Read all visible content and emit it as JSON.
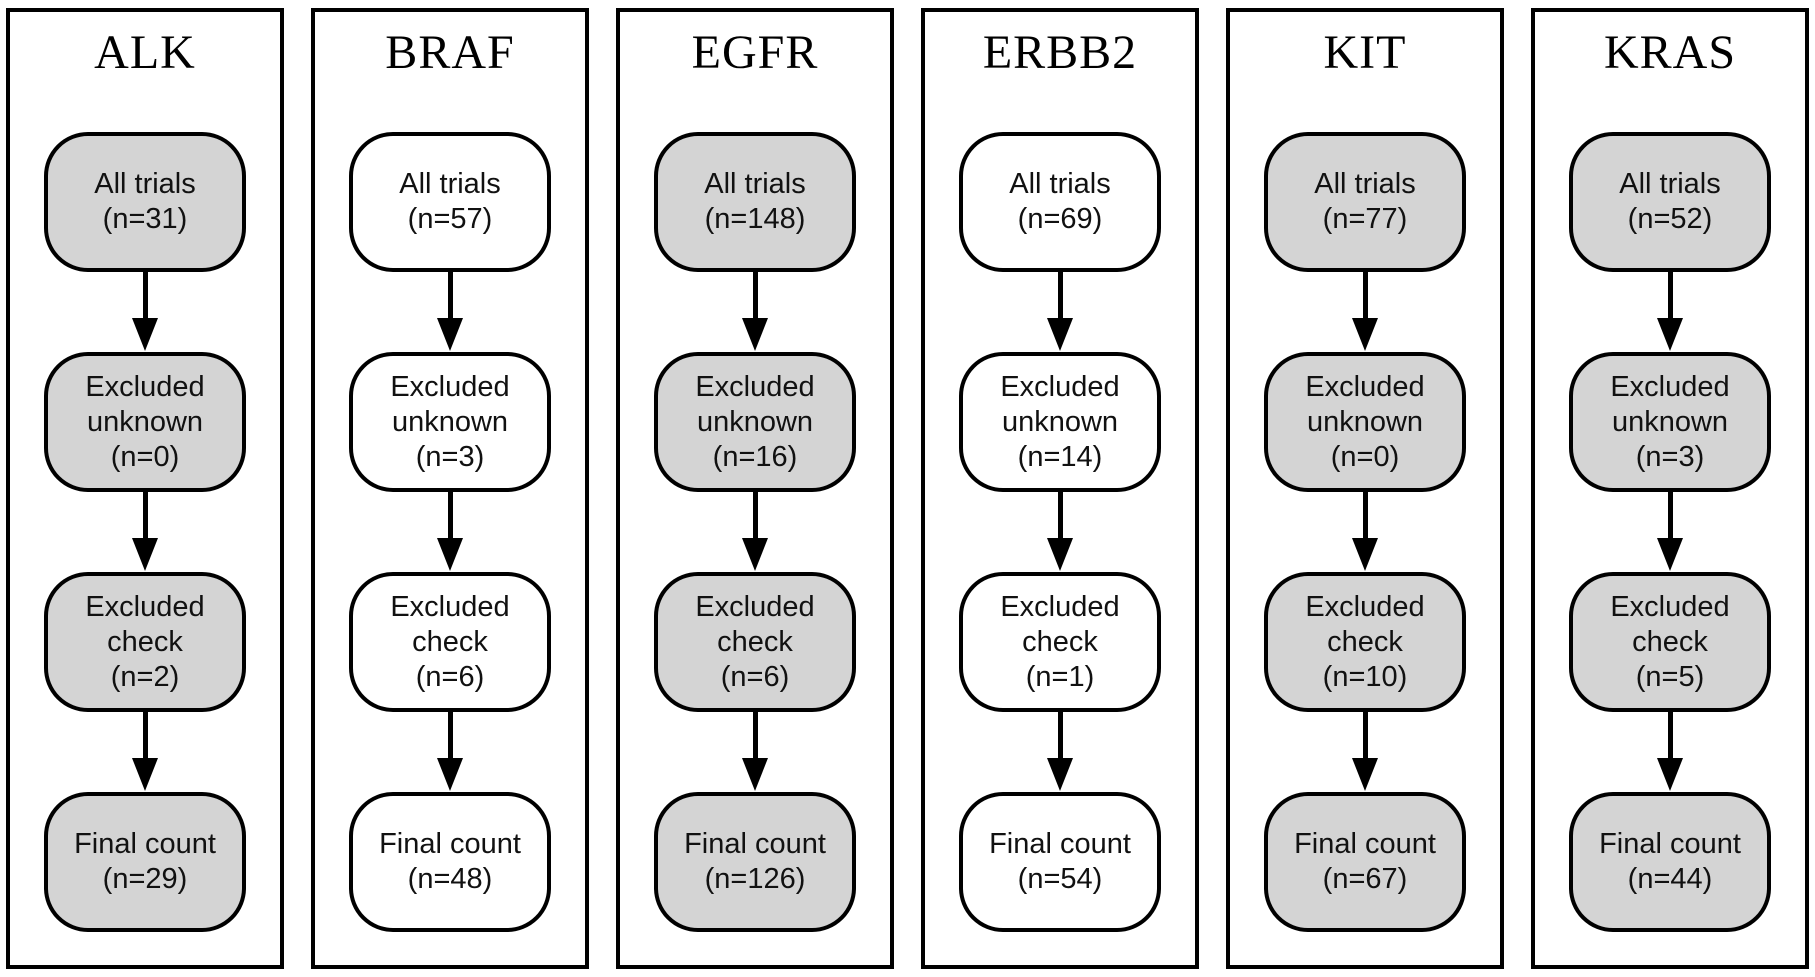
{
  "diagram": {
    "description": "Trial-count flow diagram per gene",
    "step_names": [
      "All trials",
      "Excluded unknown",
      "Excluded check",
      "Final count"
    ],
    "colors": {
      "shaded_fill": "#d4d4d4",
      "unshaded_fill": "#ffffff",
      "border": "#000000"
    },
    "columns": [
      {
        "title": "ALK",
        "fill": "#d4d4d4",
        "steps": [
          {
            "label": "All trials",
            "count": "(n=31)"
          },
          {
            "label": "Excluded unknown",
            "count": "(n=0)"
          },
          {
            "label": "Excluded check",
            "count": "(n=2)"
          },
          {
            "label": "Final count",
            "count": "(n=29)"
          }
        ]
      },
      {
        "title": "BRAF",
        "fill": "#ffffff",
        "steps": [
          {
            "label": "All trials",
            "count": "(n=57)"
          },
          {
            "label": "Excluded unknown",
            "count": "(n=3)"
          },
          {
            "label": "Excluded check",
            "count": "(n=6)"
          },
          {
            "label": "Final count",
            "count": "(n=48)"
          }
        ]
      },
      {
        "title": "EGFR",
        "fill": "#d4d4d4",
        "steps": [
          {
            "label": "All trials",
            "count": "(n=148)"
          },
          {
            "label": "Excluded unknown",
            "count": "(n=16)"
          },
          {
            "label": "Excluded check",
            "count": "(n=6)"
          },
          {
            "label": "Final count",
            "count": "(n=126)"
          }
        ]
      },
      {
        "title": "ERBB2",
        "fill": "#ffffff",
        "steps": [
          {
            "label": "All trials",
            "count": "(n=69)"
          },
          {
            "label": "Excluded unknown",
            "count": "(n=14)"
          },
          {
            "label": "Excluded check",
            "count": "(n=1)"
          },
          {
            "label": "Final count",
            "count": "(n=54)"
          }
        ]
      },
      {
        "title": "KIT",
        "fill": "#d4d4d4",
        "steps": [
          {
            "label": "All trials",
            "count": "(n=77)"
          },
          {
            "label": "Excluded unknown",
            "count": "(n=0)"
          },
          {
            "label": "Excluded check",
            "count": "(n=10)"
          },
          {
            "label": "Final count",
            "count": "(n=67)"
          }
        ]
      },
      {
        "title": "KRAS",
        "fill": "#d4d4d4",
        "steps": [
          {
            "label": "All trials",
            "count": "(n=52)"
          },
          {
            "label": "Excluded unknown",
            "count": "(n=3)"
          },
          {
            "label": "Excluded check",
            "count": "(n=5)"
          },
          {
            "label": "Final count",
            "count": "(n=44)"
          }
        ]
      }
    ]
  }
}
